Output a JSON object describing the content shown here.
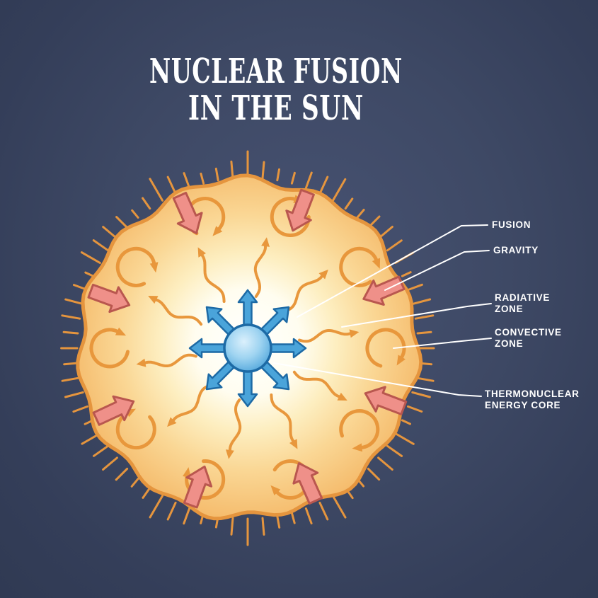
{
  "title": {
    "line1": "NUCLEAR FUSION",
    "line2": "IN THE SUN"
  },
  "labels": {
    "fusion": {
      "text": "FUSION"
    },
    "gravity": {
      "text": "GRAVITY"
    },
    "radiative_zone": {
      "line1": "RADIATIVE",
      "line2": "ZONE"
    },
    "convective_zone": {
      "line1": "CONVECTIVE",
      "line2": "ZONE"
    },
    "thermonuclear_core": {
      "line1": "THERMONUCLEAR",
      "line2": "ENERGY CORE"
    }
  },
  "colors": {
    "background": "#3e4965",
    "title_text": "#ffffff",
    "label_text": "#ffffff",
    "leader_line": "#ffffff",
    "sun_rim": "#e5953e",
    "sun_spike": "#e5953e",
    "sun_body_edge": "#f5bc6d",
    "sun_glow_center": "#ffffff",
    "convection_arrow": "#e8973c",
    "radiation_wave": "#e8973c",
    "gravity_arrow_fill": "#ef9089",
    "gravity_arrow_outline": "#b9574f",
    "core_fill_light": "#dbf0fc",
    "core_fill_dark": "#3e9bd6",
    "core_outline": "#1d6aa5",
    "core_arrow_fill": "#4aa4da"
  }
}
